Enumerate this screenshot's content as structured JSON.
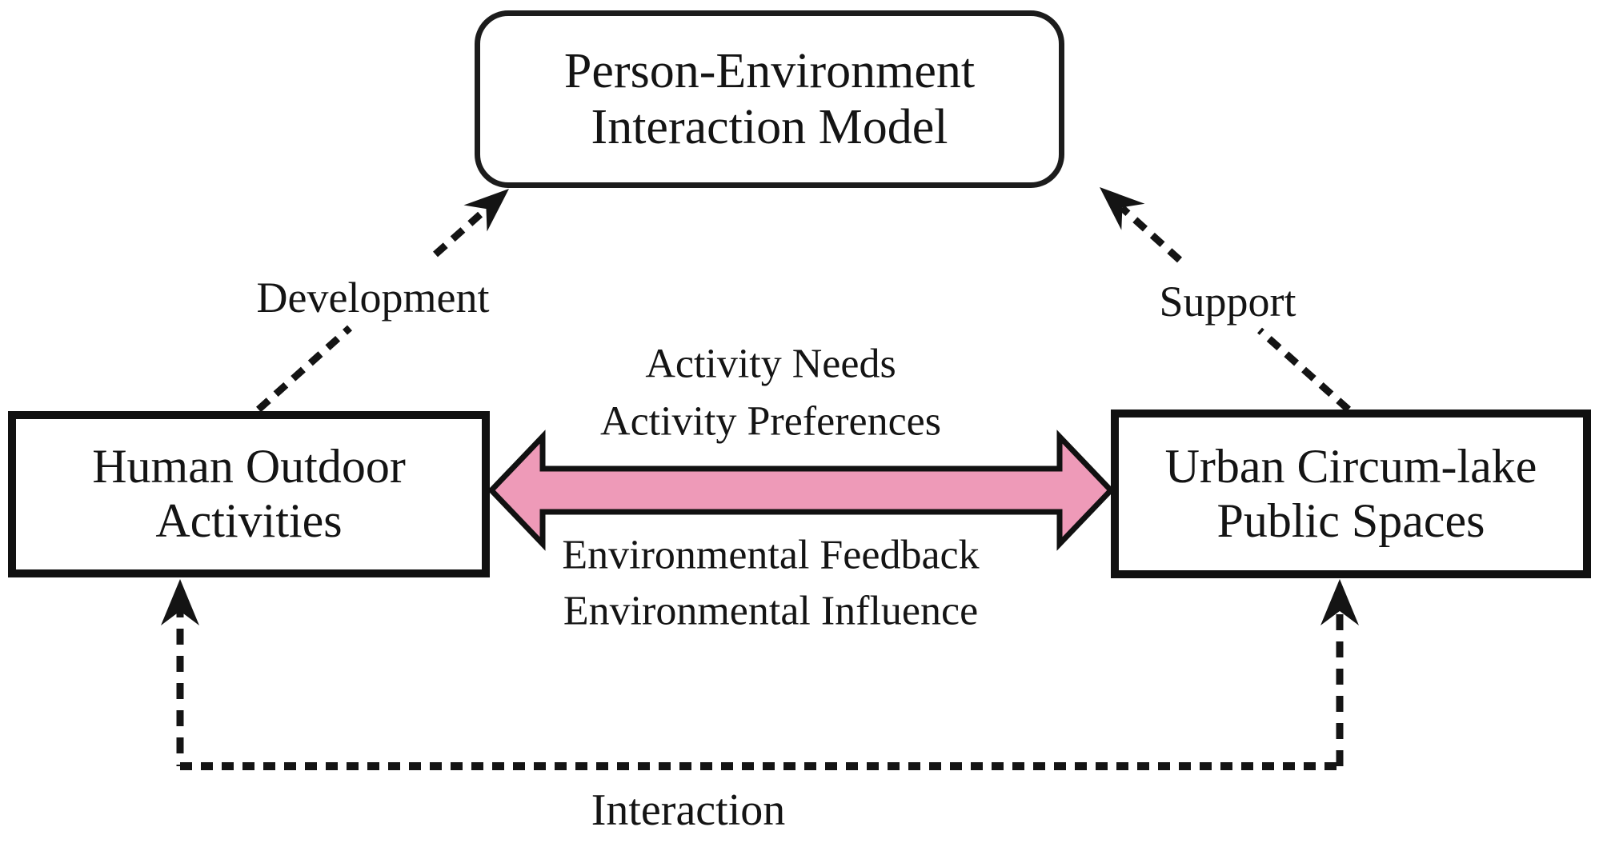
{
  "boxes": {
    "top": {
      "line1": "Person-Environment",
      "line2": "Interaction Model"
    },
    "left": {
      "line1": "Human Outdoor",
      "line2": "Activities"
    },
    "right": {
      "line1": "Urban Circum-lake",
      "line2": "Public Spaces"
    }
  },
  "labels": {
    "development": "Development",
    "support": "Support",
    "interaction": "Interaction",
    "activity_needs": "Activity Needs",
    "activity_preferences": "Activity Preferences",
    "environmental_feedback": "Environmental Feedback",
    "environmental_influence": "Environmental Influence"
  },
  "colors": {
    "arrow_fill": "#ee9ab8",
    "line": "#141414"
  }
}
